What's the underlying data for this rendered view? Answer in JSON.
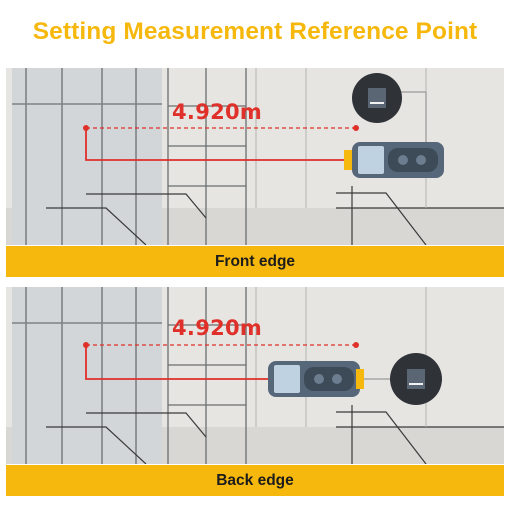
{
  "title": "Setting Measurement Reference Point",
  "distance_reading": "4.920m",
  "panels": [
    {
      "caption": "Front edge"
    },
    {
      "caption": "Back edge"
    }
  ],
  "colors": {
    "accent_yellow": "#f6b80d",
    "laser_red": "#e0302a",
    "device_blue": "#56677a"
  },
  "icons": [
    "laser-distance-meter-icon",
    "reference-point-icon"
  ]
}
